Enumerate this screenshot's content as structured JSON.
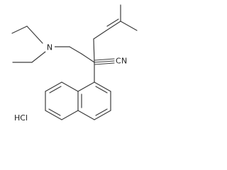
{
  "molecule": {
    "atoms": {
      "amine_nitrogen": "N",
      "nitrile_carbon": "C",
      "nitrile_nitrogen": "N"
    },
    "salt": "HCl"
  },
  "colors": {
    "bond": "#3c3c3c",
    "text": "#1e1e1e",
    "background": "#ffffff"
  }
}
